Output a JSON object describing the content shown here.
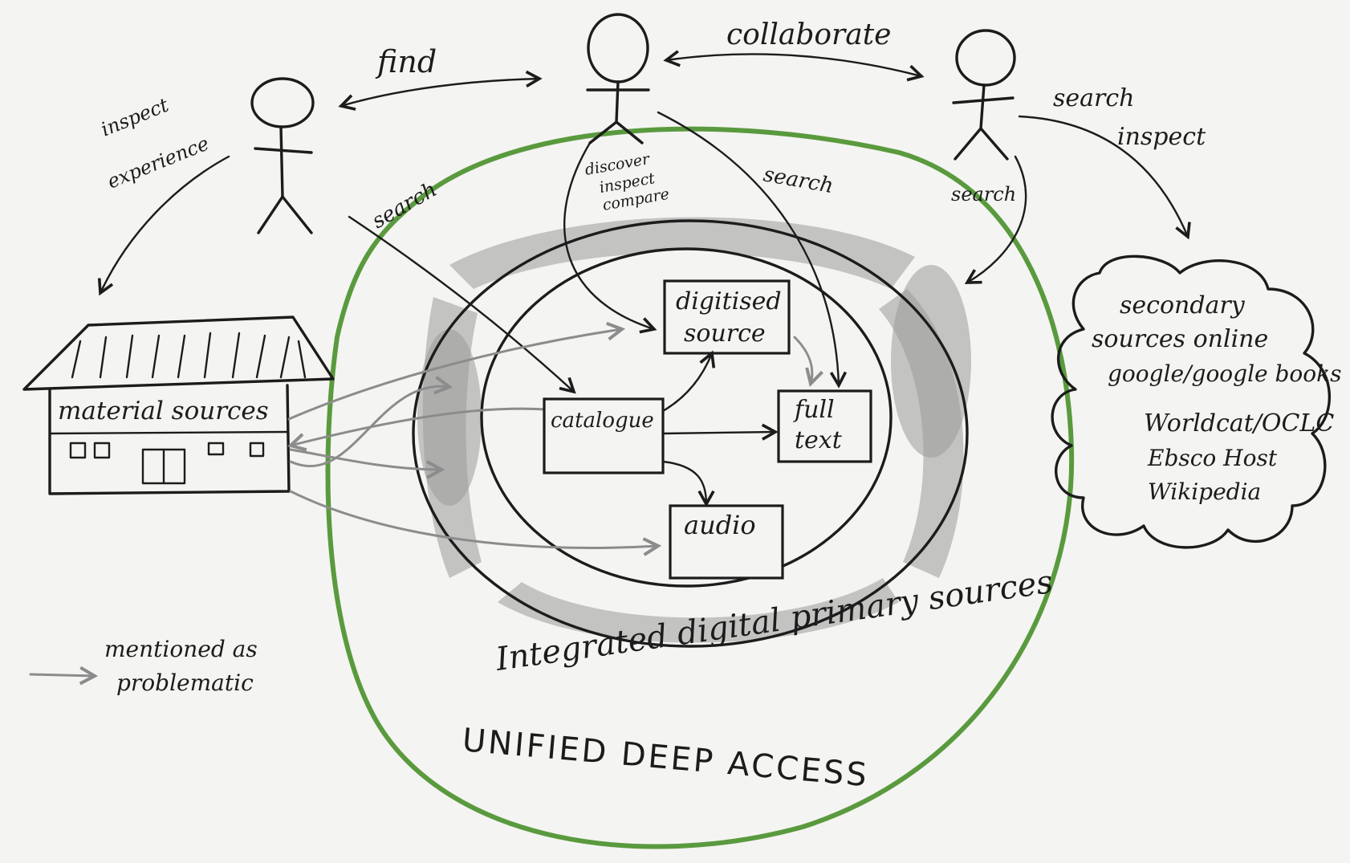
{
  "diagram": {
    "people_labels": {
      "find": "find",
      "collaborate": "collaborate",
      "inspect_experience_1": "inspect",
      "inspect_experience_2": "experience",
      "search_left": "search",
      "discover_1": "discover",
      "discover_2": "inspect",
      "discover_3": "compare",
      "search_middle": "search",
      "search_right": "search",
      "search_inspect_1": "search",
      "search_inspect_2": "inspect"
    },
    "material_sources": "material sources",
    "boxes": {
      "digitised_1": "digitised",
      "digitised_2": "source",
      "catalogue": "catalogue",
      "full_1": "full",
      "full_2": "text",
      "audio": "audio"
    },
    "cloud": {
      "line1": "secondary",
      "line2": "sources online",
      "line3": "google/google books",
      "line4": "Worldcat/OCLC",
      "line5": "Ebsco Host",
      "line6": "Wikipedia"
    },
    "ring_caption": "Integrated digital primary sources",
    "outer_caption": "UNIFIED DEEP ACCESS",
    "legend": {
      "line1": "mentioned as",
      "line2": "problematic"
    },
    "colors": {
      "ink": "#1c1c1c",
      "problem_arrow": "#8c8c8c",
      "unified_access_ring": "#5a9a3e",
      "background": "#f4f4f2"
    }
  }
}
